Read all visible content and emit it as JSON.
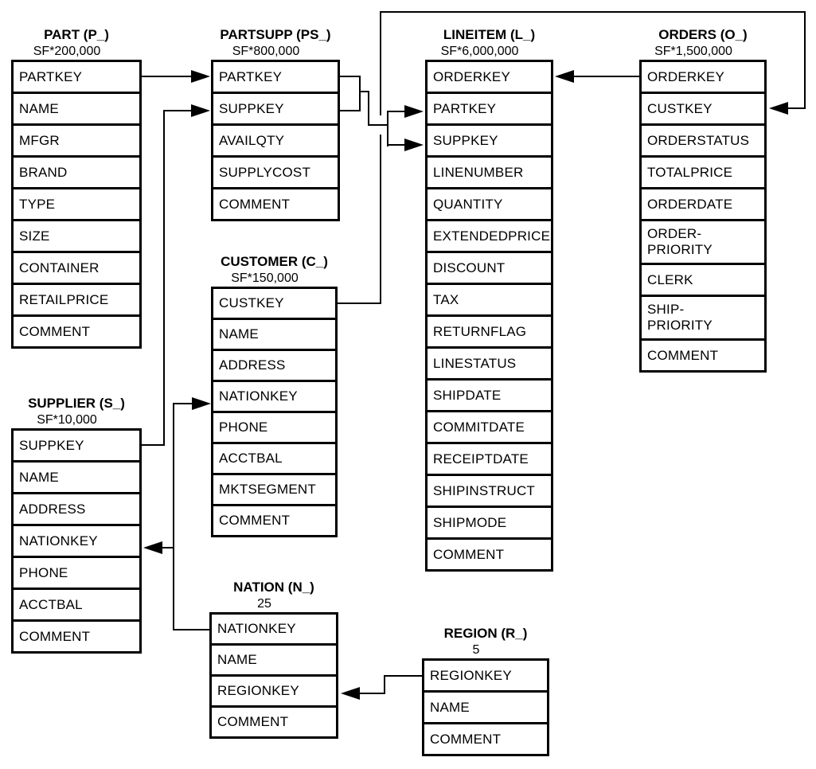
{
  "tables": {
    "part": {
      "title": "PART (P_)",
      "cardinality": "SF*200,000",
      "columns": [
        "PARTKEY",
        "NAME",
        "MFGR",
        "BRAND",
        "TYPE",
        "SIZE",
        "CONTAINER",
        "RETAILPRICE",
        "COMMENT"
      ]
    },
    "partsupp": {
      "title": "PARTSUPP (PS_)",
      "cardinality": "SF*800,000",
      "columns": [
        "PARTKEY",
        "SUPPKEY",
        "AVAILQTY",
        "SUPPLYCOST",
        "COMMENT"
      ]
    },
    "lineitem": {
      "title": "LINEITEM (L_)",
      "cardinality": "SF*6,000,000",
      "columns": [
        "ORDERKEY",
        "PARTKEY",
        "SUPPKEY",
        "LINENUMBER",
        "QUANTITY",
        "EXTENDEDPRICE",
        "DISCOUNT",
        "TAX",
        "RETURNFLAG",
        "LINESTATUS",
        "SHIPDATE",
        "COMMITDATE",
        "RECEIPTDATE",
        "SHIPINSTRUCT",
        "SHIPMODE",
        "COMMENT"
      ]
    },
    "orders": {
      "title": "ORDERS (O_)",
      "cardinality": "SF*1,500,000",
      "columns": [
        "ORDERKEY",
        "CUSTKEY",
        "ORDERSTATUS",
        "TOTALPRICE",
        "ORDERDATE",
        "ORDER-\nPRIORITY",
        "CLERK",
        "SHIP-\nPRIORITY",
        "COMMENT"
      ]
    },
    "customer": {
      "title": "CUSTOMER (C_)",
      "cardinality": "SF*150,000",
      "columns": [
        "CUSTKEY",
        "NAME",
        "ADDRESS",
        "NATIONKEY",
        "PHONE",
        "ACCTBAL",
        "MKTSEGMENT",
        "COMMENT"
      ]
    },
    "supplier": {
      "title": "SUPPLIER (S_)",
      "cardinality": "SF*10,000",
      "columns": [
        "SUPPKEY",
        "NAME",
        "ADDRESS",
        "NATIONKEY",
        "PHONE",
        "ACCTBAL",
        "COMMENT"
      ]
    },
    "nation": {
      "title": "NATION (N_)",
      "cardinality": "25",
      "columns": [
        "NATIONKEY",
        "NAME",
        "REGIONKEY",
        "COMMENT"
      ]
    },
    "region": {
      "title": "REGION (R_)",
      "cardinality": "5",
      "columns": [
        "REGIONKEY",
        "NAME",
        "COMMENT"
      ]
    }
  },
  "relationships": [
    {
      "from": "PART.PARTKEY",
      "to": "PARTSUPP.PARTKEY"
    },
    {
      "from": "SUPPLIER.SUPPKEY",
      "to": "PARTSUPP.SUPPKEY"
    },
    {
      "from": "PARTSUPP.PARTKEY",
      "to": "LINEITEM.PARTKEY"
    },
    {
      "from": "PARTSUPP.SUPPKEY",
      "to": "LINEITEM.SUPPKEY"
    },
    {
      "from": "ORDERS.ORDERKEY",
      "to": "LINEITEM.ORDERKEY"
    },
    {
      "from": "CUSTOMER.CUSTKEY",
      "to": "ORDERS.CUSTKEY"
    },
    {
      "from": "NATION.NATIONKEY",
      "to": "CUSTOMER.NATIONKEY"
    },
    {
      "from": "NATION.NATIONKEY",
      "to": "SUPPLIER.NATIONKEY"
    },
    {
      "from": "REGION.REGIONKEY",
      "to": "NATION.REGIONKEY"
    }
  ],
  "line_color": "#000000",
  "background_color": "#ffffff"
}
